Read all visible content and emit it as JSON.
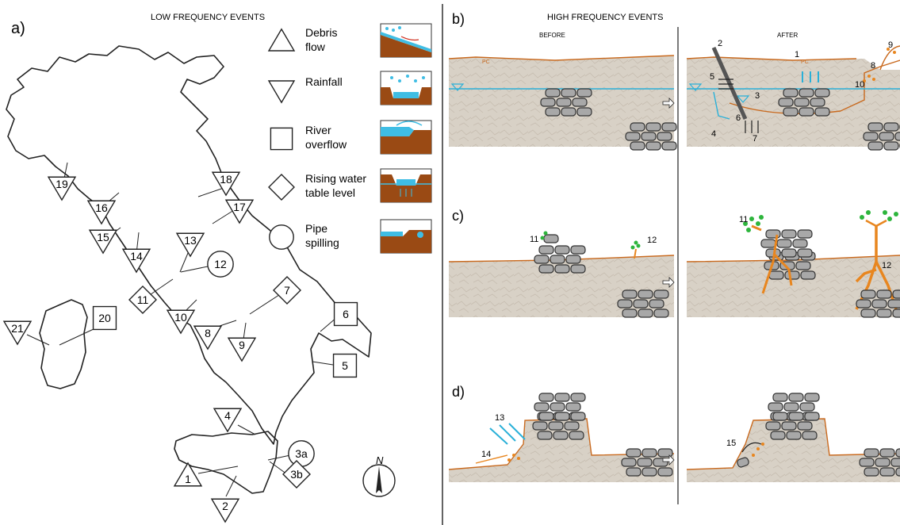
{
  "left": {
    "panel_label": "a)",
    "title": "LOW FREQUENCY EVENTS",
    "legend": [
      {
        "symbol": "triangle-up",
        "label_lines": [
          "Debris",
          "flow"
        ]
      },
      {
        "symbol": "triangle-down",
        "label_lines": [
          "Rainfall"
        ]
      },
      {
        "symbol": "square",
        "label_lines": [
          "River",
          "overflow"
        ]
      },
      {
        "symbol": "diamond",
        "label_lines": [
          "Rising water",
          "table level"
        ]
      },
      {
        "symbol": "circle",
        "label_lines": [
          "Pipe",
          "spilling"
        ]
      }
    ],
    "markers": [
      {
        "id": "19",
        "shape": "triangle-down"
      },
      {
        "id": "18",
        "shape": "triangle-down"
      },
      {
        "id": "17",
        "shape": "triangle-down"
      },
      {
        "id": "16",
        "shape": "triangle-down"
      },
      {
        "id": "15",
        "shape": "triangle-down"
      },
      {
        "id": "14",
        "shape": "triangle-down"
      },
      {
        "id": "13",
        "shape": "triangle-down"
      },
      {
        "id": "12",
        "shape": "circle"
      },
      {
        "id": "11",
        "shape": "diamond"
      },
      {
        "id": "10",
        "shape": "triangle-down"
      },
      {
        "id": "9",
        "shape": "triangle-down"
      },
      {
        "id": "8",
        "shape": "triangle-down"
      },
      {
        "id": "7",
        "shape": "diamond"
      },
      {
        "id": "6",
        "shape": "square"
      },
      {
        "id": "5",
        "shape": "square"
      },
      {
        "id": "4",
        "shape": "triangle-down"
      },
      {
        "id": "3a",
        "shape": "circle"
      },
      {
        "id": "3b",
        "shape": "diamond"
      },
      {
        "id": "2",
        "shape": "triangle-down"
      },
      {
        "id": "1",
        "shape": "triangle-up"
      },
      {
        "id": "20",
        "shape": "square"
      },
      {
        "id": "21",
        "shape": "triangle-down"
      }
    ],
    "north": "N"
  },
  "right": {
    "title": "HIGH FREQUENCY EVENTS",
    "before_label": "BEFORE",
    "after_label": "AFTER",
    "panels": [
      {
        "label": "b)",
        "pc": "PC",
        "pc_after": "PC",
        "numbers": [
          "1",
          "2",
          "3",
          "4",
          "5",
          "6",
          "7",
          "8",
          "9",
          "10"
        ]
      },
      {
        "label": "c)",
        "numbers": [
          "11",
          "12",
          "11",
          "12"
        ]
      },
      {
        "label": "d)",
        "numbers": [
          "13",
          "14",
          "15"
        ]
      }
    ]
  },
  "colors": {
    "soil": "#d9d3c9",
    "soil_edge": "#c96a1f",
    "water": "#2ab0d8",
    "stone": "#a7a7a7",
    "root": "#e8861f",
    "leaf": "#2db53c"
  }
}
